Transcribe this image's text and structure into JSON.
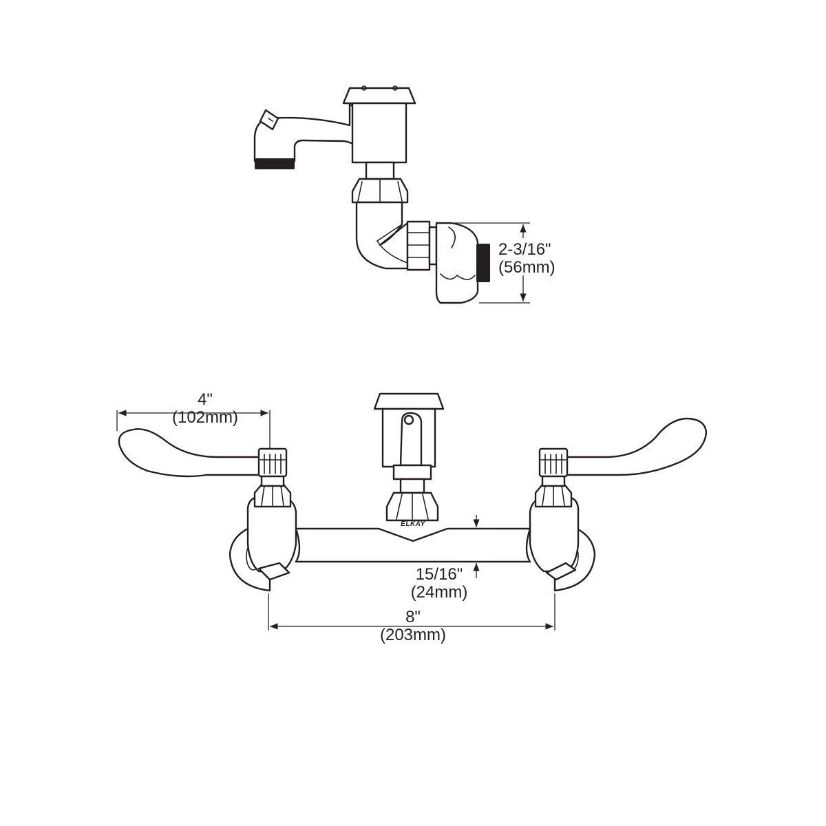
{
  "side_view": {
    "outlet_height_dim": {
      "imperial": "2-3/16\"",
      "metric": "(56mm)"
    }
  },
  "front_view": {
    "brand_logo": "ELKAY",
    "handle_reach_dim": {
      "imperial": "4\"",
      "metric": "(102mm)"
    },
    "body_thickness_dim": {
      "imperial": "15/16\"",
      "metric": "(24mm)"
    },
    "centers_dim": {
      "imperial": "8\"",
      "metric": "(203mm)"
    }
  }
}
